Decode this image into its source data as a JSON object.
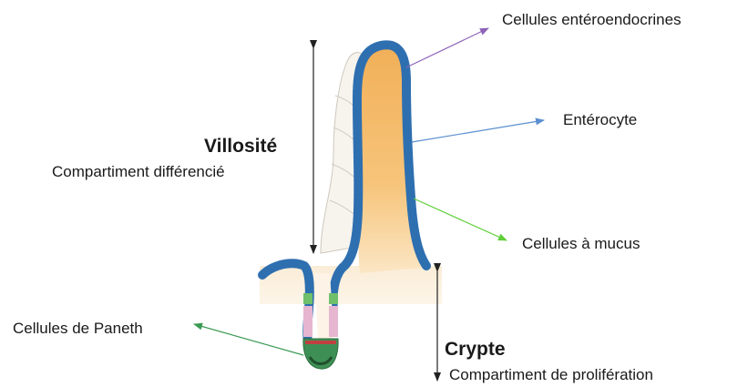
{
  "labels": {
    "enteroendocrine": "Cellules entéroendocrines",
    "enterocyte": "Entérocyte",
    "mucus": "Cellules à mucus",
    "paneth": "Cellules de Paneth",
    "villus_title": "Villosité",
    "villus_sub": "Compartiment différencié",
    "crypt_title": "Crypte",
    "crypt_sub": "Compartiment de prolifération"
  },
  "colors": {
    "enteroendocrine_line": "#8e63b8",
    "enterocyte_line": "#5b8fd0",
    "mucus_line": "#5fcf3a",
    "paneth_line": "#3c9a55",
    "epithelium": "#2e6fb0",
    "tissue": "#f2b86a"
  }
}
